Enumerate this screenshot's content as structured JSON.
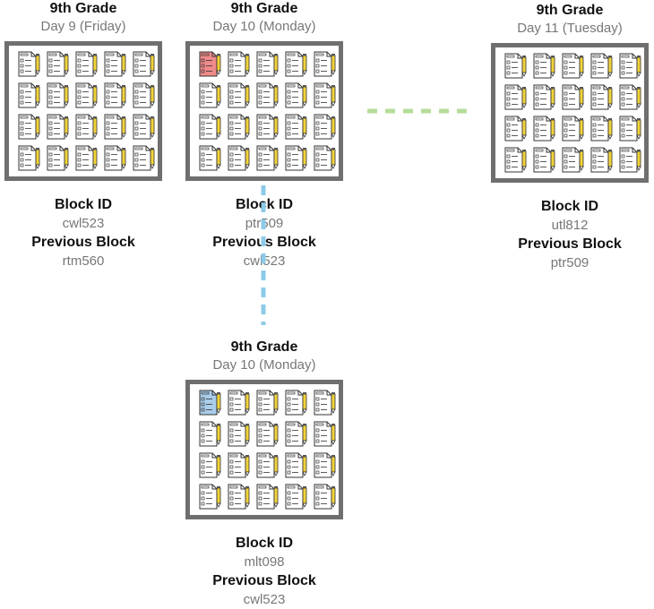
{
  "blocks": [
    {
      "grade": "9th Grade",
      "day": "Day 9 (Friday)",
      "block_id_label": "Block ID",
      "block_id": "cwl523",
      "previous_label": "Previous Block",
      "previous_id": "rtm560",
      "highlight": null
    },
    {
      "grade": "9th Grade",
      "day": "Day 10 (Monday)",
      "block_id_label": "Block ID",
      "block_id": "ptr509",
      "previous_label": "Previous Block",
      "previous_id": "cwl523",
      "highlight": "#f08a8a"
    },
    {
      "grade": "9th Grade",
      "day": "Day 11 (Tuesday)",
      "block_id_label": "Block ID",
      "block_id": "utl812",
      "previous_label": "Previous Block",
      "previous_id": "ptr509",
      "highlight": null
    },
    {
      "grade": "9th Grade",
      "day": "Day 10 (Monday)",
      "block_id_label": "Block ID",
      "block_id": "mlt098",
      "previous_label": "Previous Block",
      "previous_id": "cwl523",
      "highlight": "#a9cdea"
    }
  ],
  "colors": {
    "frame": "#6f6f6f",
    "green_connector": "#b6dc9b",
    "blue_connector": "#8ccbe8",
    "pencil": "#f2d33a"
  },
  "icons": {
    "document": "document-with-pencil-icon"
  }
}
